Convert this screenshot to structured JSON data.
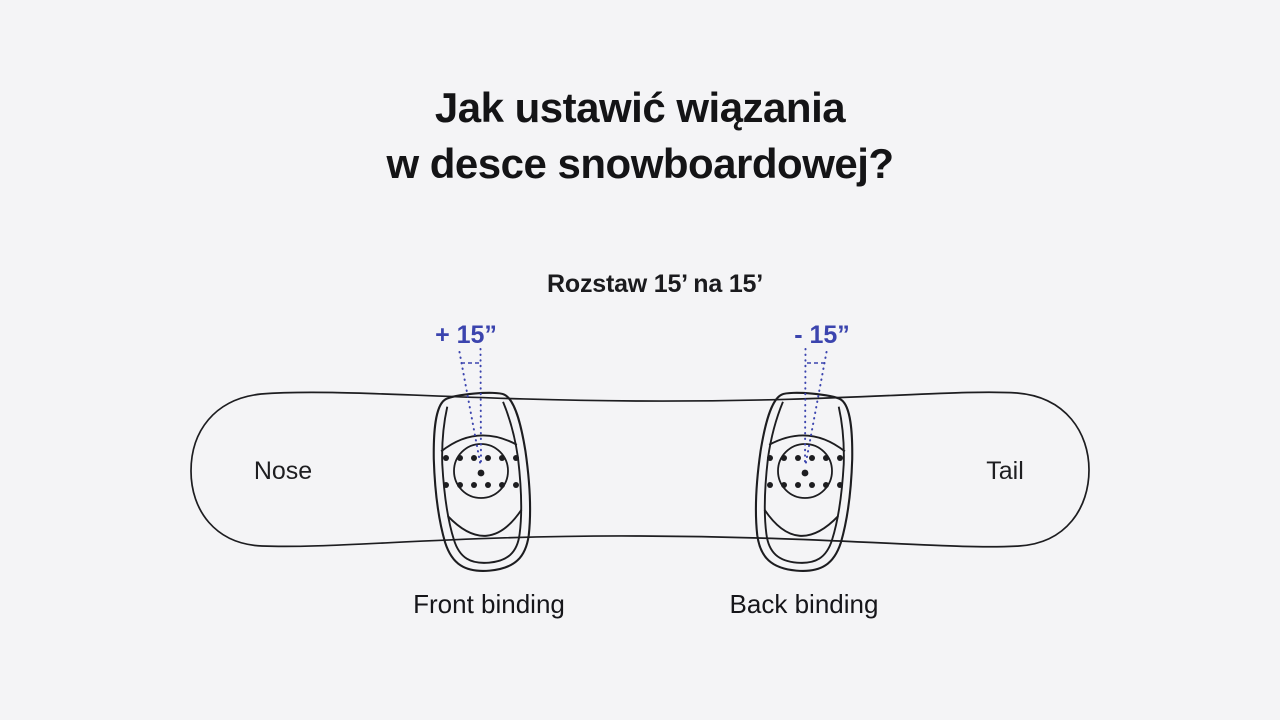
{
  "colors": {
    "background": "#f4f4f6",
    "ink": "#1d1d20",
    "accent_blue": "#3b44ae"
  },
  "title": {
    "line1": "Jak ustawić wiązania",
    "line2": "w desce snowboardowej?"
  },
  "stance": {
    "subtitle": "Rozstaw 15’ na 15’"
  },
  "board": {
    "nose_label": "Nose",
    "tail_label": "Tail"
  },
  "bindings": {
    "front": {
      "angle_label": "+ 15”",
      "name_label": "Front binding"
    },
    "back": {
      "angle_label": "- 15”",
      "name_label": "Back binding"
    }
  }
}
